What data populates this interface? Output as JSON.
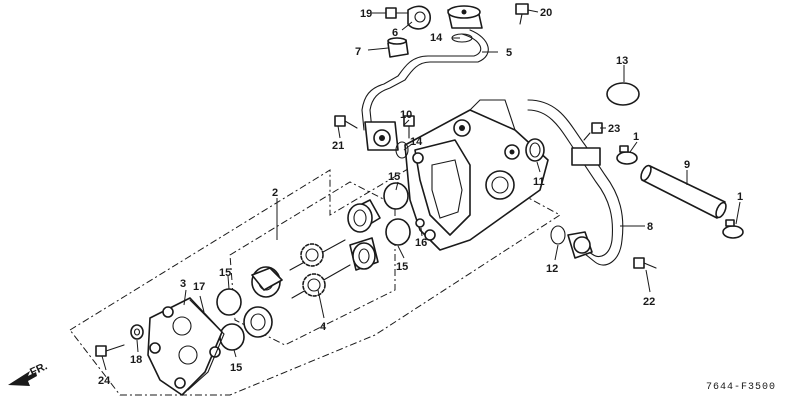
{
  "diagram": {
    "callouts": {
      "p1a": "1",
      "p1b": "1",
      "p2": "2",
      "p3": "3",
      "p4": "4",
      "p5": "5",
      "p6": "6",
      "p7": "7",
      "p8": "8",
      "p9": "9",
      "p10": "10",
      "p11": "11",
      "p12": "12",
      "p13": "13",
      "p14a": "14",
      "p14b": "14",
      "p15a": "15",
      "p15b": "15",
      "p15c": "15",
      "p15d": "15",
      "p16": "16",
      "p17": "17",
      "p18": "18",
      "p19": "19",
      "p20": "20",
      "p21": "21",
      "p22": "22",
      "p23": "23",
      "p24": "24"
    },
    "direction_label": "FR.",
    "drawing_code": "7644-F3500"
  }
}
